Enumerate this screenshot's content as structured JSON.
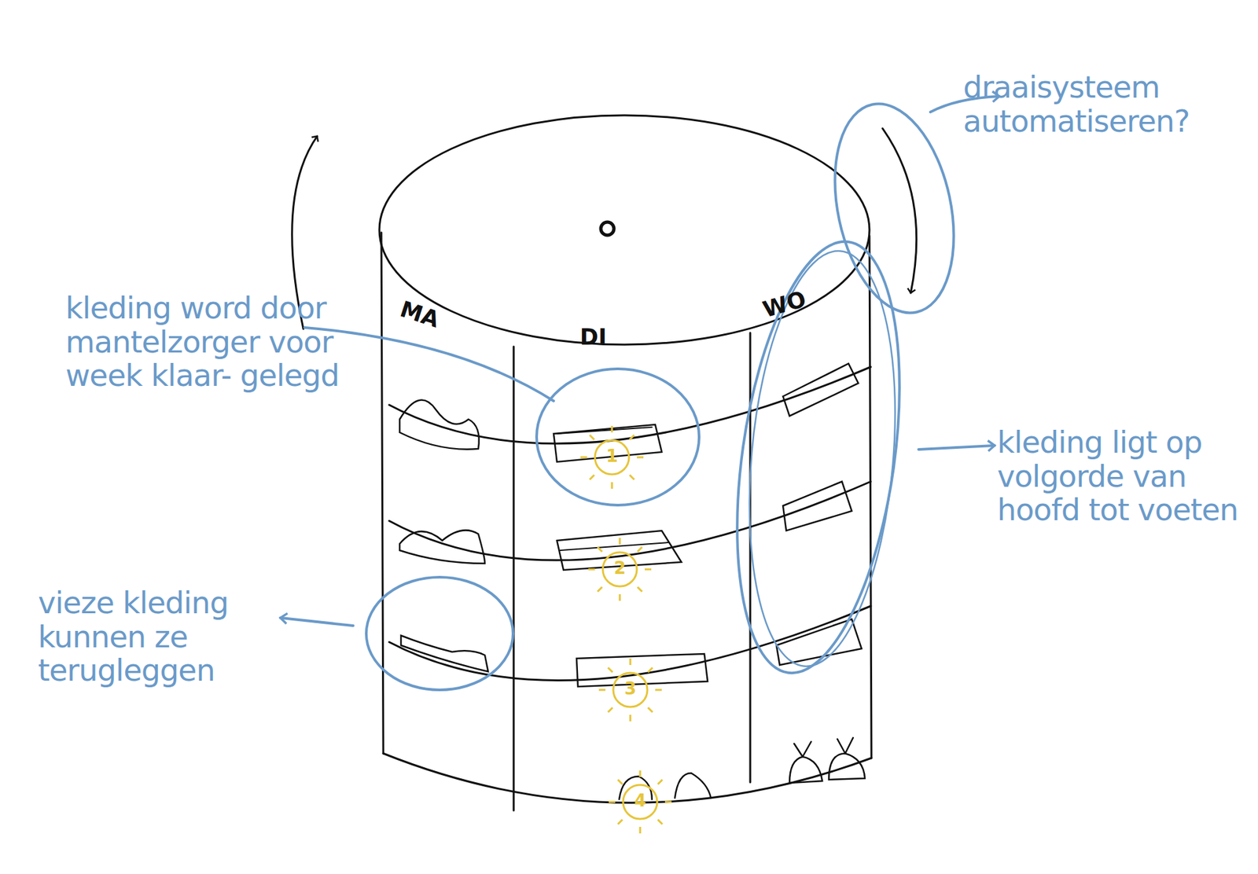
{
  "diagram": {
    "labels": [
      "draaisysteem automatiseren?",
      "kleding word door mantelzorger voor week klaar- gelegd",
      "MA",
      "DI",
      "WO",
      "kleding ligt op volgorde van hoofd tot voeten",
      "1",
      "2",
      "vieze kleding kunnen ze terugleggen",
      "3",
      "4"
    ]
  }
}
